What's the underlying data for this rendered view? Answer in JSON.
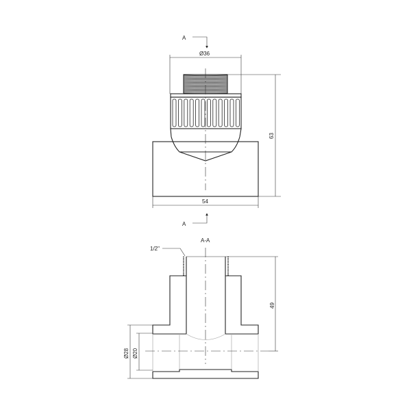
{
  "top_view": {
    "section_mark_top": "A",
    "section_mark_bottom": "A",
    "dim_diameter": "Ø36",
    "dim_height": "63",
    "dim_width": "54"
  },
  "section_view": {
    "title": "A-A",
    "thread_label": "1/2\"",
    "dim_height": "49",
    "dim_outer_diameter": "Ø28",
    "dim_inner_diameter": "Ø20"
  },
  "colors": {
    "line": "#222222",
    "hidden": "#aaaaaa",
    "background": "#ffffff"
  }
}
